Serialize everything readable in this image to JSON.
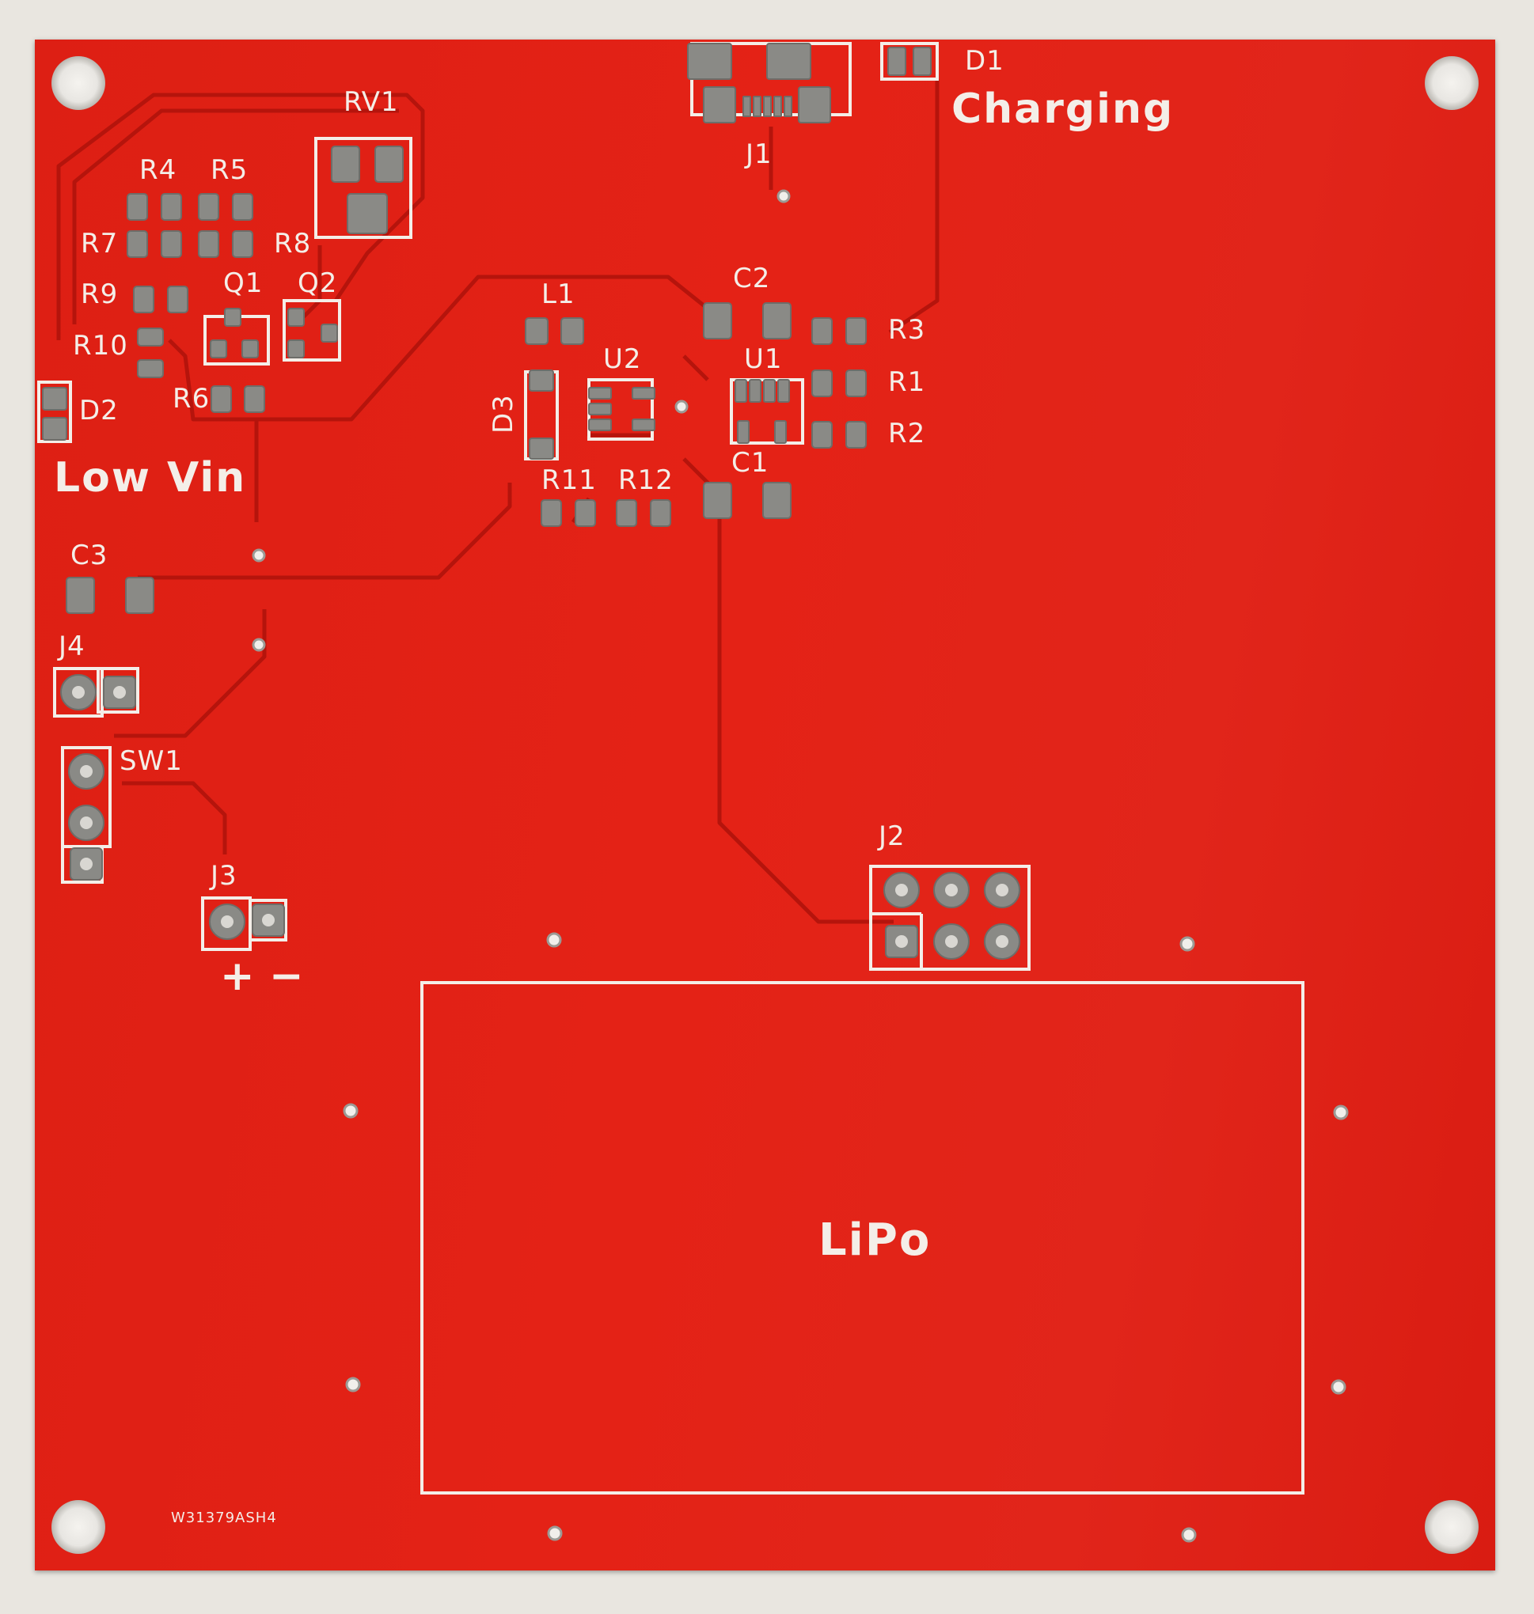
{
  "board": {
    "refdes": {
      "rv1": "RV1",
      "r4": "R4",
      "r5": "R5",
      "r7": "R7",
      "r8": "R8",
      "r9": "R9",
      "q1": "Q1",
      "q2": "Q2",
      "r10": "R10",
      "r6": "R6",
      "d2": "D2",
      "l1": "L1",
      "c2": "C2",
      "u2": "U2",
      "u1": "U1",
      "d3": "D3",
      "r3": "R3",
      "r1": "R1",
      "r2": "R2",
      "c1": "C1",
      "r11": "R11",
      "r12": "R12",
      "c3": "C3",
      "j4": "J4",
      "sw1": "SW1",
      "j3": "J3",
      "j2": "J2",
      "j1": "J1",
      "d1": "D1"
    },
    "labels": {
      "charging": "Charging",
      "low_vin": "Low Vin",
      "lipo": "LiPo",
      "plus": "+",
      "minus": "−",
      "lot_code": "W31379ASH4"
    },
    "colors": {
      "soldermask": "#e22217",
      "silkscreen": "#f4eee8",
      "pad": "#8a8a86",
      "background": "#e9e6e0"
    }
  }
}
